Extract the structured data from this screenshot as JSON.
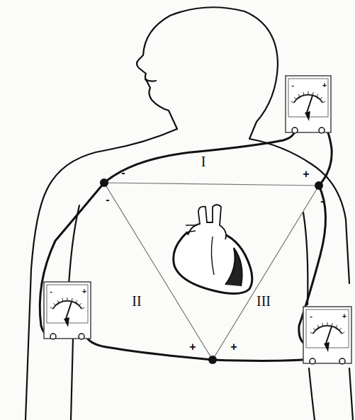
{
  "diagram": {
    "labels": [
      "I",
      "II",
      "III",
      "-",
      "+",
      "-",
      "-",
      "+",
      "+",
      "-",
      "+",
      "-",
      "+",
      "-",
      "+"
    ]
  }
}
